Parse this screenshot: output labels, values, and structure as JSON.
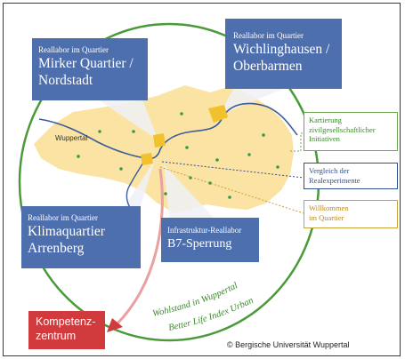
{
  "panels": {
    "mirker": {
      "kicker": "Reallabor im Quartier",
      "line1": "Mirker Quartier /",
      "line2": "Nordstadt"
    },
    "wichlinghausen": {
      "kicker": "Reallabor im Quartier",
      "line1": "Wichlinghausen /",
      "line2": "Oberbarmen"
    },
    "arrenberg": {
      "kicker": "Reallabor im Quartier",
      "line1": "Klimaquartier",
      "line2": "Arrenberg"
    },
    "b7": {
      "kicker": "Infrastruktur-Reallabor",
      "line1": "B7-Sperrung"
    }
  },
  "city_label": "Wuppertal",
  "side_boxes": {
    "kartierung": {
      "line1": "Kartierung",
      "line2": "zivilgesellschaftlicher",
      "line3": "Initiativen"
    },
    "vergleich": {
      "line1": "Vergleich der",
      "line2": "Realexperimente"
    },
    "willkommen": {
      "line1": "Willkommen",
      "line2": "im Quartier"
    }
  },
  "arc_texts": {
    "wohlstand": "Wohlstand in Wuppertal",
    "better_life": "Better Life Index Urban"
  },
  "kompetenz": {
    "line1": "Kompetenz-",
    "line2": "zentrum"
  },
  "copyright": "© Bergische Universität Wuppertal",
  "colors": {
    "panel_blue": "#4e6fad",
    "circle_green": "#4a9a3a",
    "map_yellow": "#fbe3a3",
    "accent_red": "#d23b3e",
    "river_blue": "#3d5b99"
  }
}
